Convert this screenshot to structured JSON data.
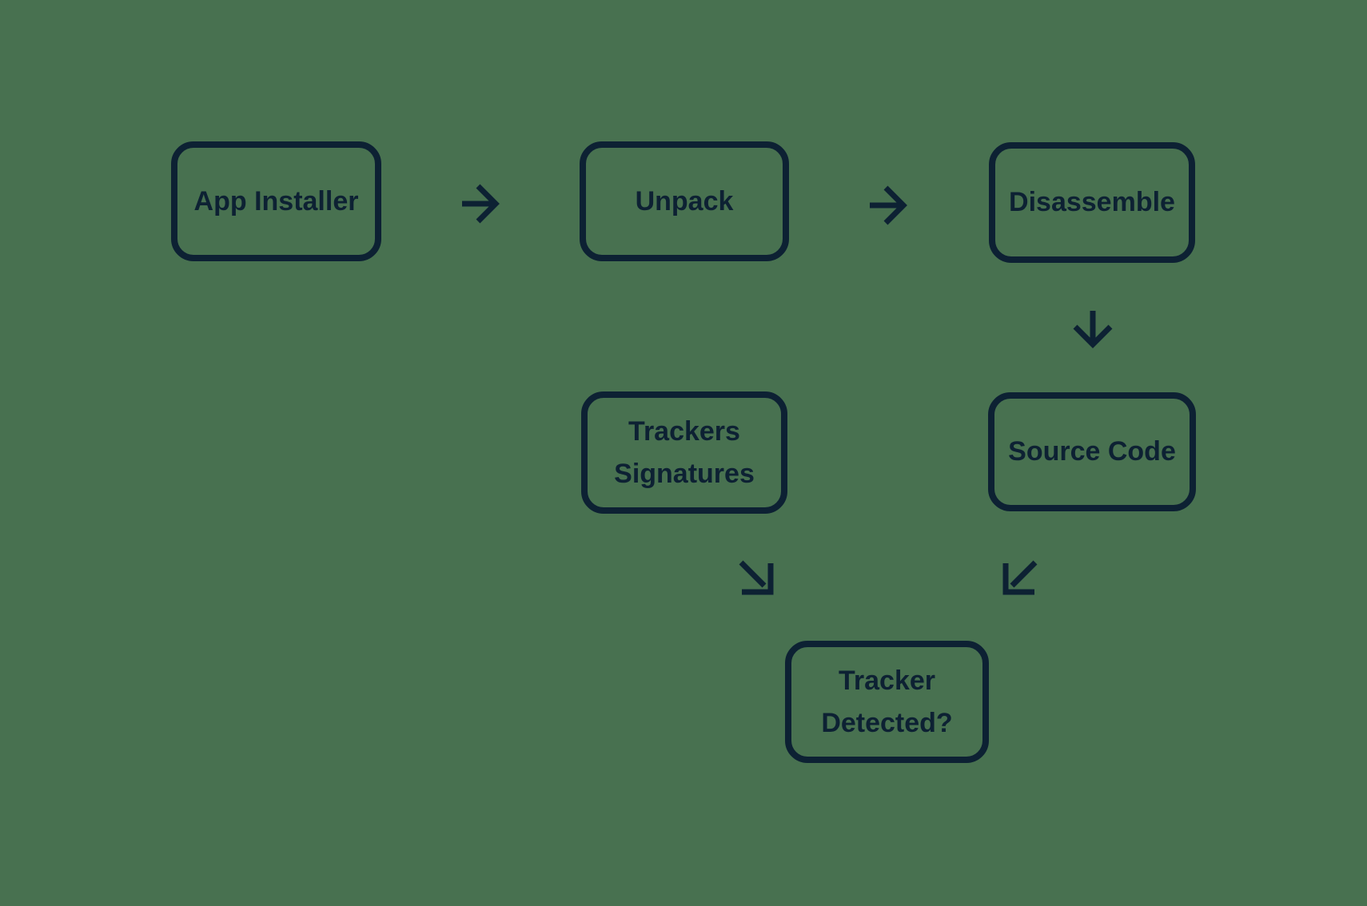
{
  "diagram": {
    "type": "flowchart",
    "colors": {
      "background": "#487150",
      "ink": "#0d2133"
    },
    "nodes": [
      {
        "id": "app-installer",
        "label": "App Installer"
      },
      {
        "id": "unpack",
        "label": "Unpack"
      },
      {
        "id": "disassemble",
        "label": "Disassemble"
      },
      {
        "id": "trackers-signatures",
        "label": "Trackers Signatures"
      },
      {
        "id": "source-code",
        "label": "Source Code"
      },
      {
        "id": "tracker-detected",
        "label": "Tracker Detected?"
      }
    ],
    "connections": [
      {
        "from": "app-installer",
        "to": "unpack",
        "arrow": "right",
        "icon": "arrow-right-icon"
      },
      {
        "from": "unpack",
        "to": "disassemble",
        "arrow": "right",
        "icon": "arrow-right-icon"
      },
      {
        "from": "disassemble",
        "to": "source-code",
        "arrow": "down",
        "icon": "arrow-down-icon"
      },
      {
        "from": "trackers-signatures",
        "to": "tracker-detected",
        "arrow": "down-right",
        "icon": "arrow-down-right-icon"
      },
      {
        "from": "source-code",
        "to": "tracker-detected",
        "arrow": "down-left",
        "icon": "arrow-down-left-icon"
      }
    ]
  }
}
